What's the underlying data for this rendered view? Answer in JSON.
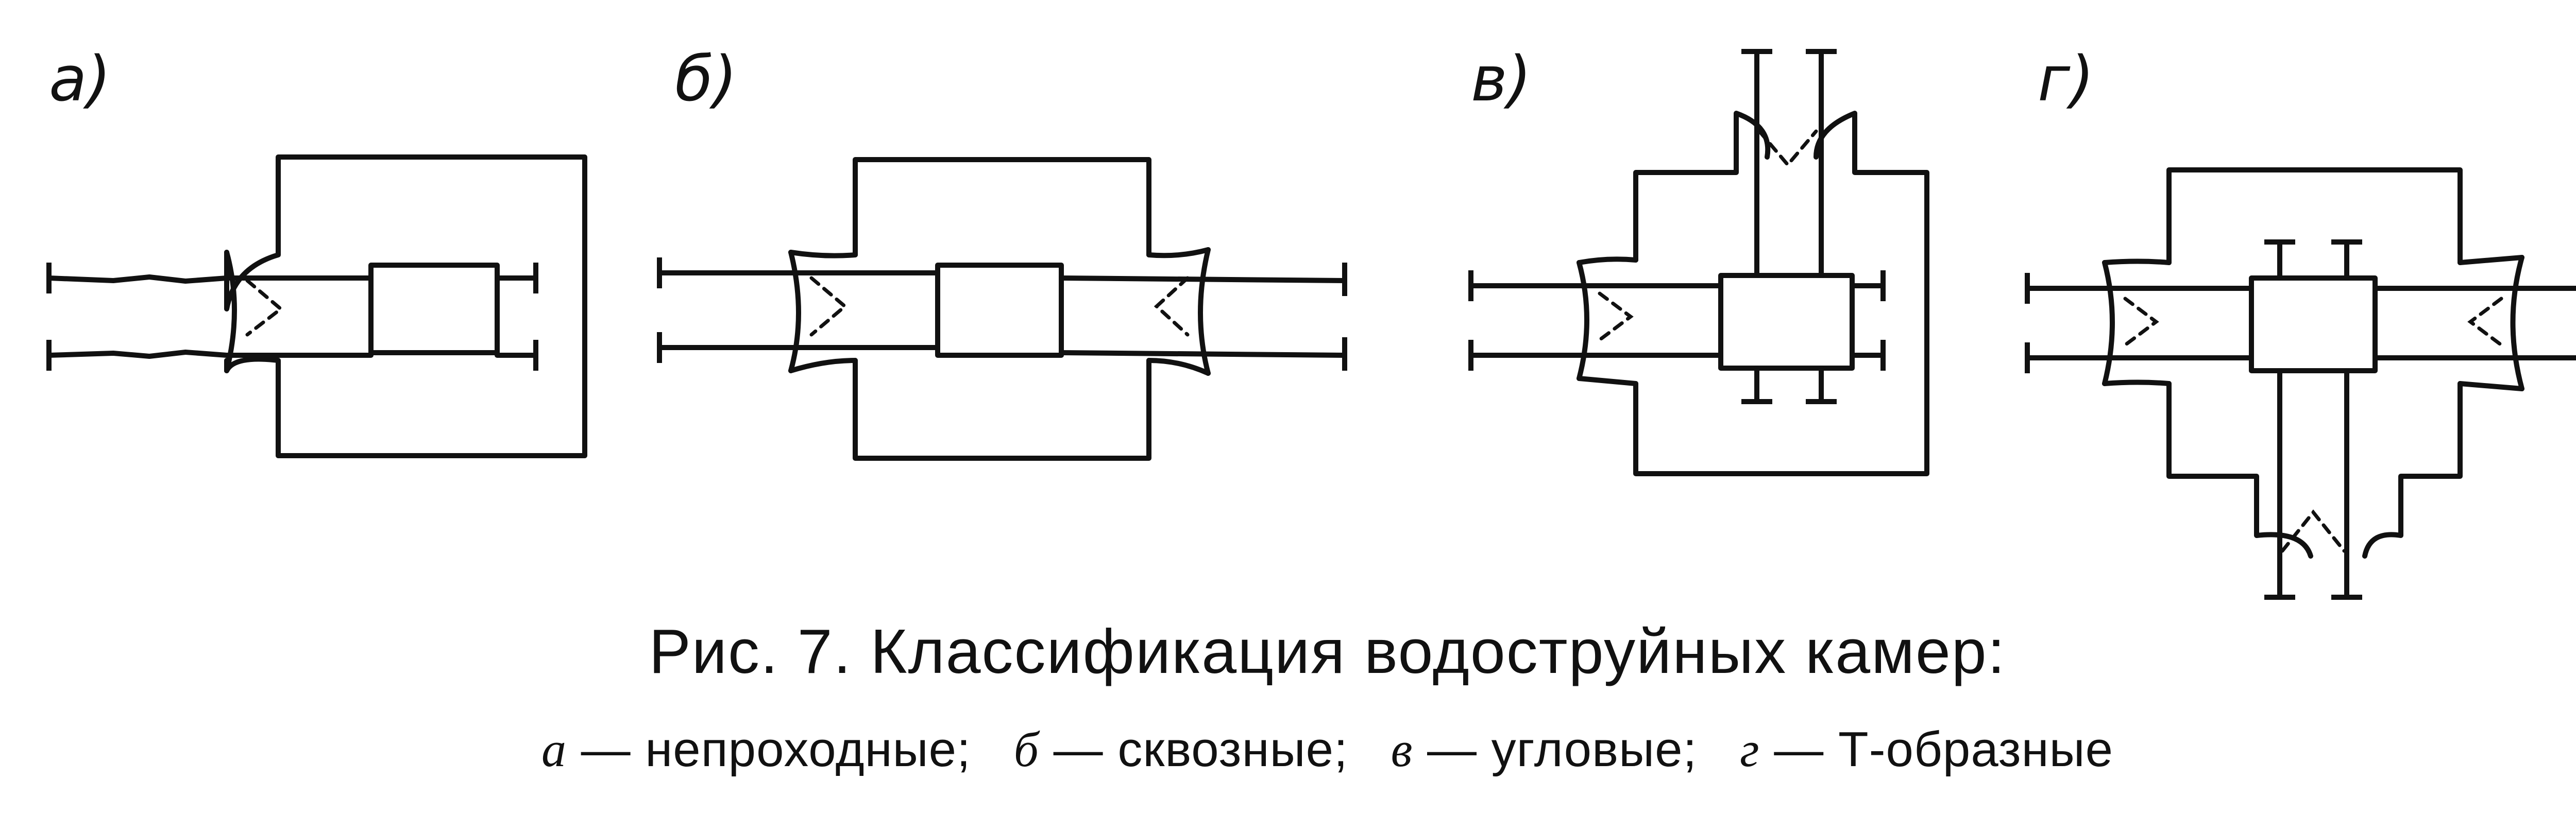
{
  "panels": [
    {
      "letter": "а)"
    },
    {
      "letter": "б)"
    },
    {
      "letter": "в)"
    },
    {
      "letter": "г)"
    }
  ],
  "caption": {
    "title": "Рис. 7. Классификация водоструйных камер:",
    "items": [
      {
        "letter": "а",
        "text": "— непроходные;"
      },
      {
        "letter": "б",
        "text": "— сквозные;"
      },
      {
        "letter": "в",
        "text": "— угловые;"
      },
      {
        "letter": "г",
        "text": "— Т-образные"
      }
    ]
  },
  "colors": {
    "ink": "#111111",
    "paper": "#ffffff"
  }
}
